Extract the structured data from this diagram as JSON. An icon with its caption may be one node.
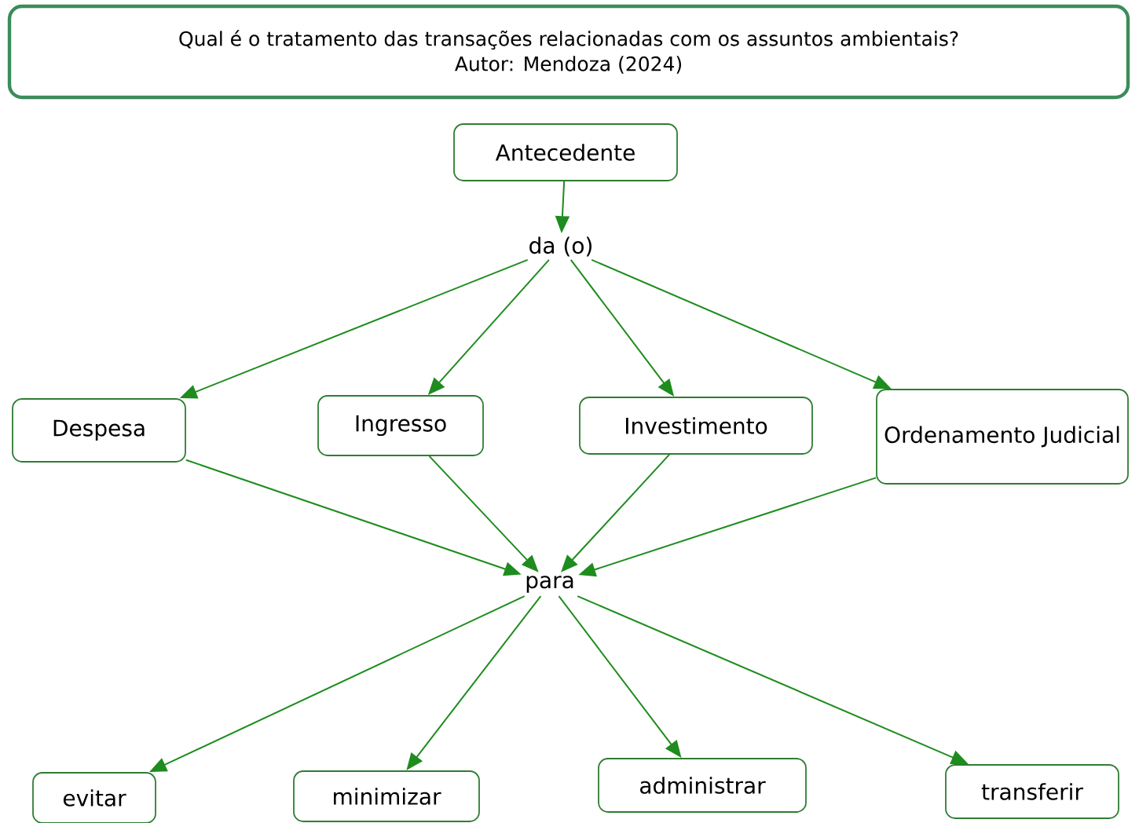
{
  "diagram": {
    "nodes": [
      {
        "text": [
          "Qual é o tratamento das transações relacionadas com os assuntos ambientais?",
          "Autor: Mendoza (2024)"
        ]
      },
      {
        "text": [
          "Antecedente"
        ]
      },
      {
        "text": [
          "da (o)"
        ]
      },
      {
        "text": [
          "Despesa"
        ]
      },
      {
        "text": [
          "Ingresso"
        ]
      },
      {
        "text": [
          "Investimento"
        ]
      },
      {
        "text": [
          "Ordenamento Judicial"
        ]
      },
      {
        "text": [
          "para"
        ]
      },
      {
        "text": [
          "evitar"
        ]
      },
      {
        "text": [
          "minimizar"
        ]
      },
      {
        "text": [
          "administrar"
        ]
      },
      {
        "text": [
          "transferir"
        ]
      }
    ],
    "edges": [
      {
        "from": 1,
        "to": 2,
        "arrow": "to"
      },
      {
        "from": 2,
        "to": 3,
        "arrow": "to"
      },
      {
        "from": 2,
        "to": 4,
        "arrow": "to"
      },
      {
        "from": 2,
        "to": 5,
        "arrow": "to"
      },
      {
        "from": 2,
        "to": 6,
        "arrow": "to"
      },
      {
        "from": 3,
        "to": 7,
        "arrow": "to"
      },
      {
        "from": 4,
        "to": 7,
        "arrow": "to"
      },
      {
        "from": 5,
        "to": 7,
        "arrow": "to"
      },
      {
        "from": 6,
        "to": 7,
        "arrow": "to"
      },
      {
        "from": 7,
        "to": 8,
        "arrow": "to"
      },
      {
        "from": 7,
        "to": 9,
        "arrow": "to"
      },
      {
        "from": 7,
        "to": 10,
        "arrow": "to"
      },
      {
        "from": 7,
        "to": 11,
        "arrow": "to"
      }
    ]
  }
}
